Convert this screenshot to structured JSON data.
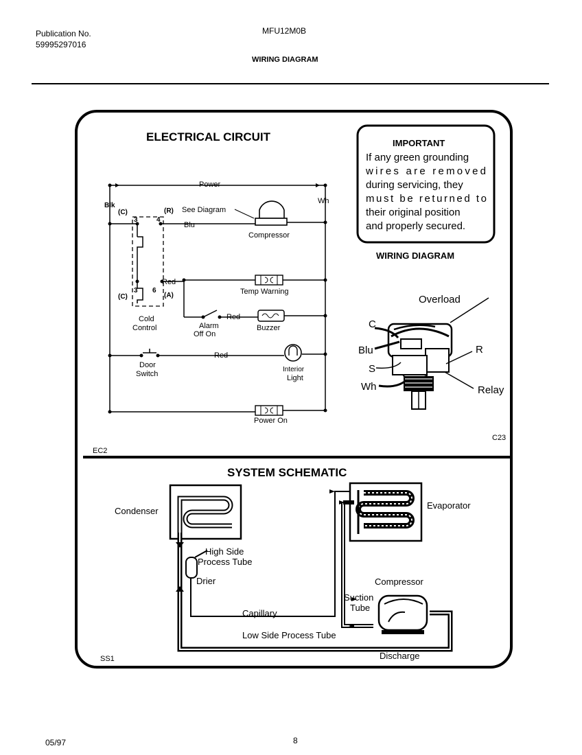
{
  "header": {
    "publication_label": "Publication No.",
    "publication_number": "59995297016",
    "model": "MFU12M0B",
    "title": "WIRING DIAGRAM"
  },
  "footer": {
    "date": "05/97",
    "page": "8"
  },
  "circuit": {
    "title": "ELECTRICAL CIRCUIT",
    "code_left": "EC2",
    "code_right": "C23",
    "labels": {
      "power": "Power",
      "blk": "Blk",
      "wh": "Wh",
      "c_top": "(C)",
      "r_top": "(R)",
      "n3_top": "3",
      "n4_top": "4",
      "c_bot": "(C)",
      "a_bot": "(A)",
      "n3_bot": "3",
      "n6_bot": "6",
      "see_diagram": "See Diagram",
      "blu": "Blu",
      "compressor": "Compressor",
      "red1": "Red",
      "temp_warning": "Temp Warning",
      "red2": "Red",
      "alarm_line1": "Alarm",
      "alarm_line2": "Off On",
      "buzzer": "Buzzer",
      "cold_line1": "Cold",
      "cold_line2": "Control",
      "door_line1": "Door",
      "door_line2": "Switch",
      "red3": "Red",
      "interior_line1": "Interior",
      "interior_line2": "Light",
      "power_on": "Power On"
    }
  },
  "important": {
    "title": "IMPORTANT",
    "lines": [
      "If any green grounding",
      "wires are removed",
      "during servicing, they",
      "must be returned to",
      "their original position",
      "and properly secured."
    ]
  },
  "wiring_detail": {
    "title": "WIRING DIAGRAM",
    "overload": "Overload",
    "c": "C",
    "blu": "Blu",
    "s": "S",
    "wh": "Wh",
    "r": "R",
    "relay": "Relay"
  },
  "schematic": {
    "title": "SYSTEM SCHEMATIC",
    "code": "SS1",
    "condenser": "Condenser",
    "evaporator": "Evaporator",
    "high_side_line1": "High Side",
    "high_side_line2": "Process Tube",
    "drier": "Drier",
    "capillary": "Capillary",
    "compressor": "Compressor",
    "suction_line1": "Suction",
    "suction_line2": "Tube",
    "low_side": "Low Side Process Tube",
    "discharge": "Discharge"
  }
}
